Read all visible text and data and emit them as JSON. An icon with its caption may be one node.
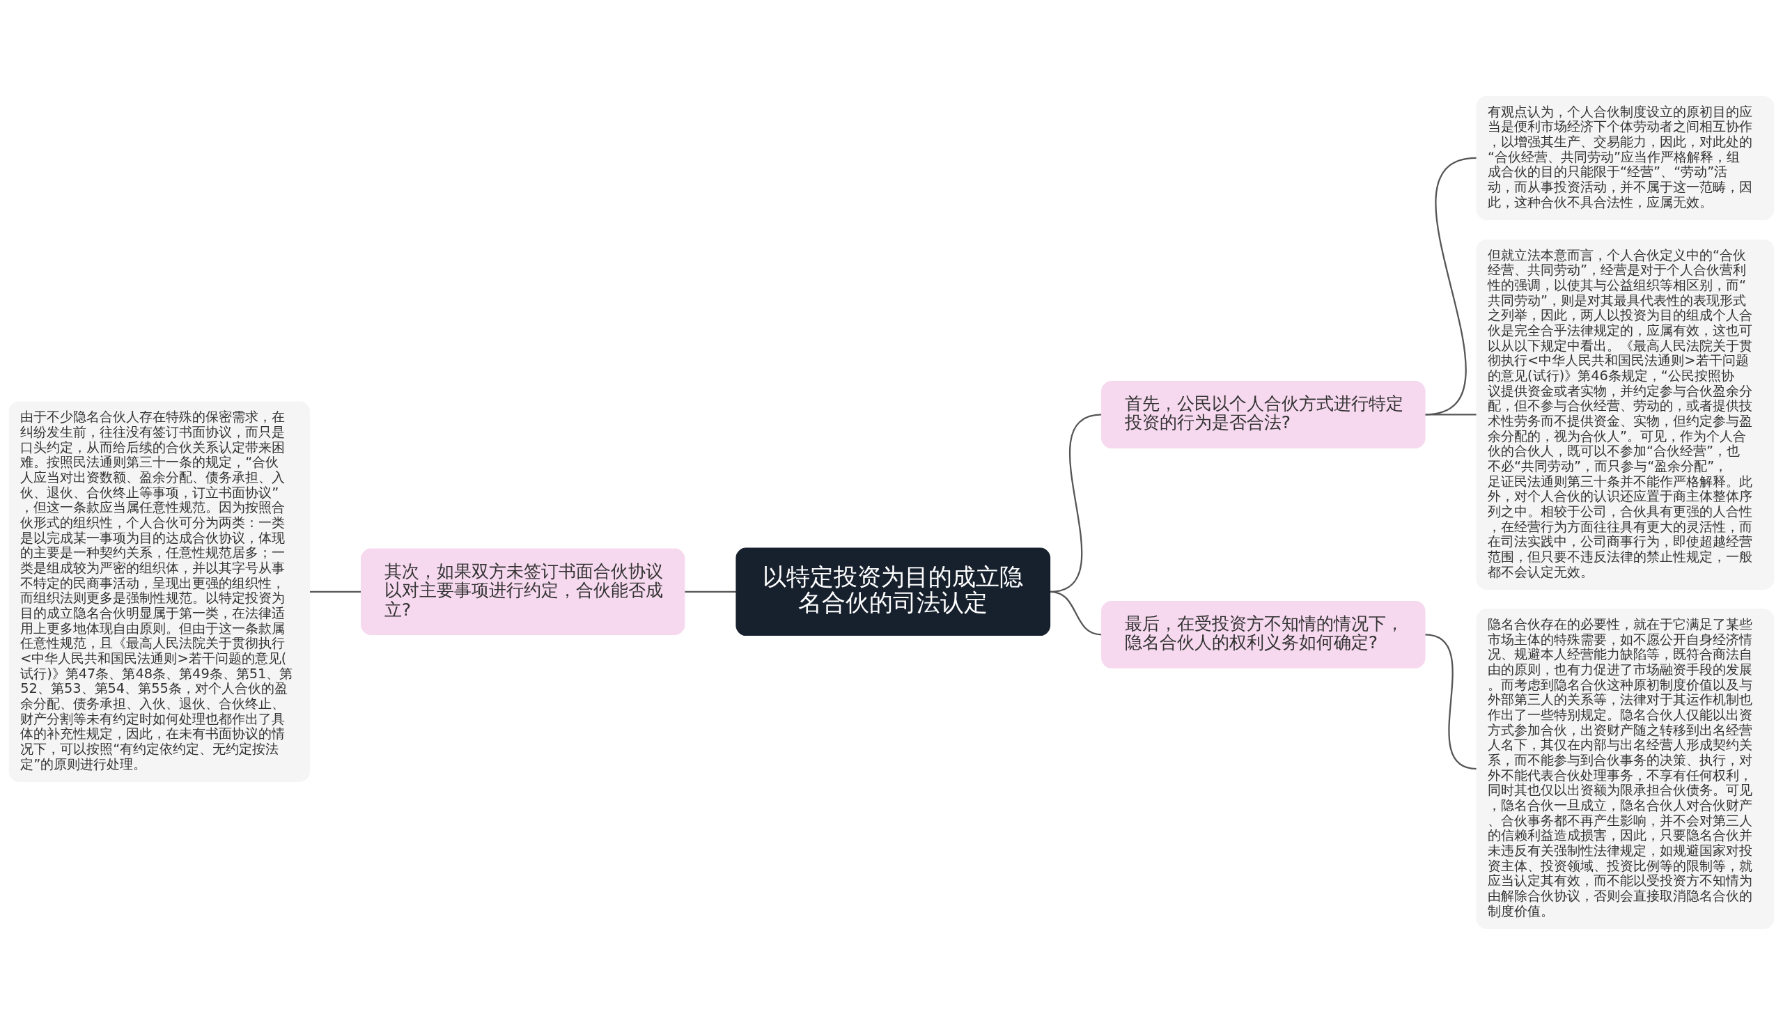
{
  "diagram": {
    "nodes": [
      {
        "text": [
          "以特定投资为目的成立隐名合伙的司法认定"
        ]
      },
      {
        "text": [
          "首先，公民以个人合伙方式进行特定投资的行为是否合法?"
        ]
      },
      {
        "text": [
          "有观点认为，个人合伙制度设立的原初目的应当是便利市场经济下个体劳动者之间相互协作，以增强其生产、交易能力，因此，对此处的“合伙经营、共同劳动”应当作严格解释，组成合伙的目的只能限于“经营”、“劳动”活动，而从事投资活动，并不属于这一范畴，因此，这种合伙不具合法性，应属无效。"
        ]
      },
      {
        "text": [
          "但就立法本意而言，个人合伙定义中的“合伙经营、共同劳动”，经营是对于个人合伙营利性的强调，以使其与公益组织等相区别，而“共同劳动”，则是对其最具代表性的表现形式之列举，因此，两人以投资为目的组成个人合伙是完全合乎法律规定的，应属有效，这也可以从以下规定中看出。《最高人民法院关于贯彻执行<中华人民共和国民法通则>若干问题的意见(试行)》第46条规定，“公民按照协议提供资金或者实物，并约定参与合伙盈余分配，但不参与合伙经营、劳动的，或者提供技术性劳务而不提供资金、实物，但约定参与盈余分配的，视为合伙人”。可见，作为个人合伙的合伙人，既可以不参加“合伙经营”，也不必“共同劳动”，而只参与“盈余分配”，足证民法通则第三十条并不能作严格解释。此外，对个人合伙的认识还应置于商主体整体序列之中。相较于公司，合伙具有更强的人合性，在经营行为方面往往具有更大的灵活性，而在司法实践中，公司商事行为，即使超越经营范围，但只要不违反法律的禁止性规定，一般都不会认定无效。"
        ]
      },
      {
        "text": [
          "其次，如果双方未签订书面合伙协议以对主要事项进行约定，合伙能否成立?"
        ]
      },
      {
        "text": [
          "由于不少隐名合伙人存在特殊的保密需求，在纠纷发生前，往往没有签订书面协议，而只是口头约定，从而给后续的合伙关系认定带来困难。按照民法通则第三十一条的规定，“合伙人应当对出资数额、盈余分配、债务承担、入伙、退伙、合伙终止等事项，订立书面协议”，但这一条款应当属任意性规范。因为按照合伙形式的组织性，个人合伙可分为两类：一类是以完成某一事项为目的达成合伙协议，体现的主要是一种契约关系，任意性规范居多；一类是组成较为严密的组织体，并以其字号从事不特定的民商事活动，呈现出更强的组织性，而组织法则更多是强制性规范。以特定投资为目的成立隐名合伙明显属于第一类，在法律适用上更多地体现自由原则。但由于这一条款属任意性规范，且《最高人民法院关于贯彻执行<中华人民共和国民法通则>若干问题的意见(试行)》第47条、第48条、第49条、第51、第52、第53、第54、第55条，对个人合伙的盈余分配、债务承担、入伙、退伙、合伙终止、财产分割等未有约定时如何处理也都作出了具体的补充性规定，因此，在未有书面协议的情况下，可以按照“有约定依约定、无约定按法定”的原则进行处理。"
        ]
      },
      {
        "text": [
          "最后，在受投资方不知情的情况下，隐名合伙人的权利义务如何确定?"
        ]
      },
      {
        "text": [
          "隐名合伙存在的必要性，就在于它满足了某些市场主体的特殊需要，如不愿公开自身经济情况、规避本人经营能力缺陷等，既符合商法自由的原则，也有力促进了市场融资手段的发展。而考虑到隐名合伙这种原初制度价值以及与外部第三人的关系等，法律对于其运作机制也作出了一些特别规定。隐名合伙人仅能以出资方式参加合伙，出资财产随之转移到出名经营人名下，其仅在内部与出名经营人形成契约关系，而不能参与到合伙事务的决策、执行，对外不能代表合伙处理事务，不享有任何权利，同时其也仅以出资额为限承担合伙债务。可见，隐名合伙一旦成立，隐名合伙人对合伙财产、合伙事务都不再产生影响，并不会对第三人的信赖利益造成损害，因此，只要隐名合伙并未违反有关强制性法律规定，如规避国家对投资主体、投资领域、投资比例等的限制等，就应当认定其有效，而不能以受投资方不知情为由解除合伙协议，否则会直接取消隐名合伙的制度价值。"
        ]
      }
    ],
    "edges": [
      {
        "from": 0,
        "to": 1,
        "arrow": "none"
      },
      {
        "from": 1,
        "to": 2,
        "arrow": "none"
      },
      {
        "from": 1,
        "to": 3,
        "arrow": "none"
      },
      {
        "from": 0,
        "to": 4,
        "arrow": "none"
      },
      {
        "from": 4,
        "to": 5,
        "arrow": "none"
      },
      {
        "from": 0,
        "to": 6,
        "arrow": "none"
      },
      {
        "from": 6,
        "to": 7,
        "arrow": "none"
      }
    ]
  }
}
